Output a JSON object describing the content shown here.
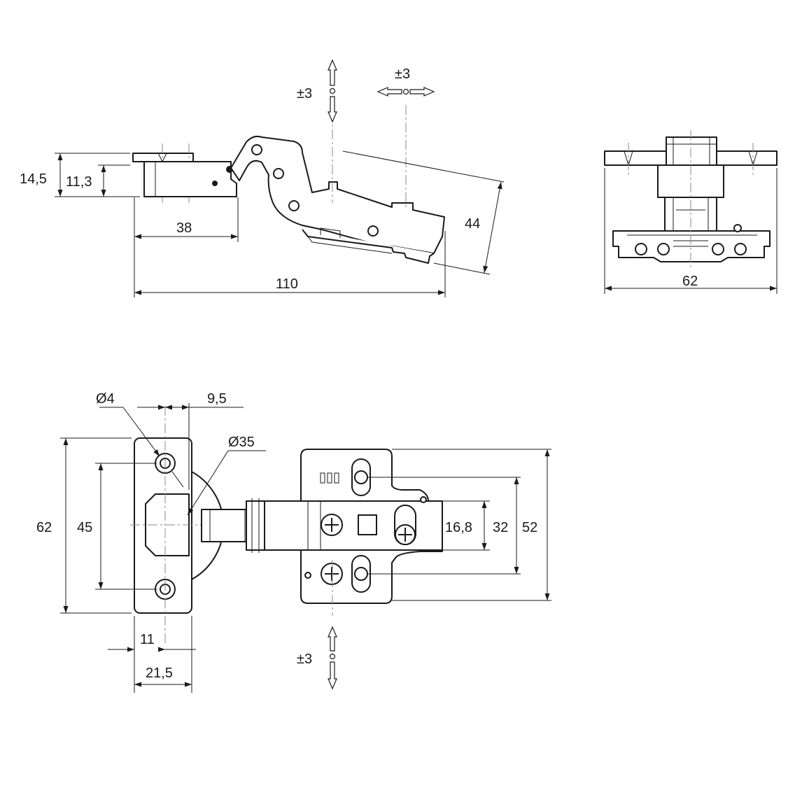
{
  "side_view": {
    "dim_height_total": "14,5",
    "dim_height_cup": "11,3",
    "dim_cup_width": "38",
    "dim_total_length": "110",
    "dim_arm_height": "44",
    "adjust_vertical": "±3",
    "adjust_horizontal": "±3"
  },
  "end_view": {
    "dim_width": "62"
  },
  "plan_view": {
    "dim_screw_hole": "Ø4",
    "dim_offset": "9,5",
    "dim_cup_diameter": "Ø35",
    "dim_plate_height": "62",
    "dim_hole_spacing": "45",
    "dim_edge_distance": "11",
    "dim_plate_width": "21,5",
    "dim_slot_height": "16,8",
    "dim_mount_spacing": "32",
    "dim_mount_height": "52",
    "adjust_depth": "±3"
  }
}
